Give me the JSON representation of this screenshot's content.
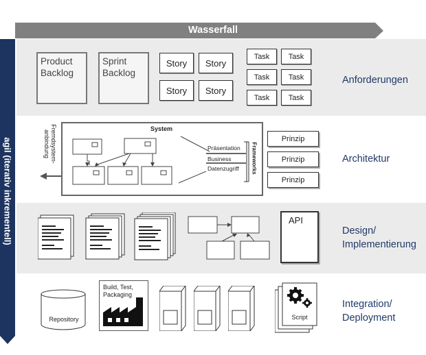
{
  "header": {
    "title": "Wasserfall"
  },
  "sidebar": {
    "label": "agil (iterativ inkrementell)"
  },
  "rows": {
    "requirements": {
      "label": "Anforderungen",
      "product_backlog": [
        "Product",
        "Backlog"
      ],
      "sprint_backlog": [
        "Sprint",
        "Backlog"
      ],
      "stories": [
        "Story",
        "Story",
        "Story",
        "Story"
      ],
      "tasks": [
        "Task",
        "Task",
        "Task",
        "Task",
        "Task",
        "Task"
      ]
    },
    "architecture": {
      "label": "Architektur",
      "system_title": "System",
      "external": [
        "Fremdsystem-",
        "anbindung"
      ],
      "layers": [
        "Präsentation",
        "Business",
        "Datenzugriff"
      ],
      "frameworks": "Frameworks",
      "principles": [
        "Prinzip",
        "Prinzip",
        "Prinzip"
      ]
    },
    "design": {
      "label": [
        "Design/",
        "Implementierung"
      ],
      "api": "API"
    },
    "integration": {
      "label": [
        "Integration/",
        "Deployment"
      ],
      "repository": "Repository",
      "build": [
        "Build, Test,",
        "Packaging"
      ],
      "script": "Script"
    }
  },
  "colors": {
    "header_bar": "#808080",
    "sidebar": "#1d3460",
    "band": "#ebebeb",
    "label": "#1f3a68"
  }
}
